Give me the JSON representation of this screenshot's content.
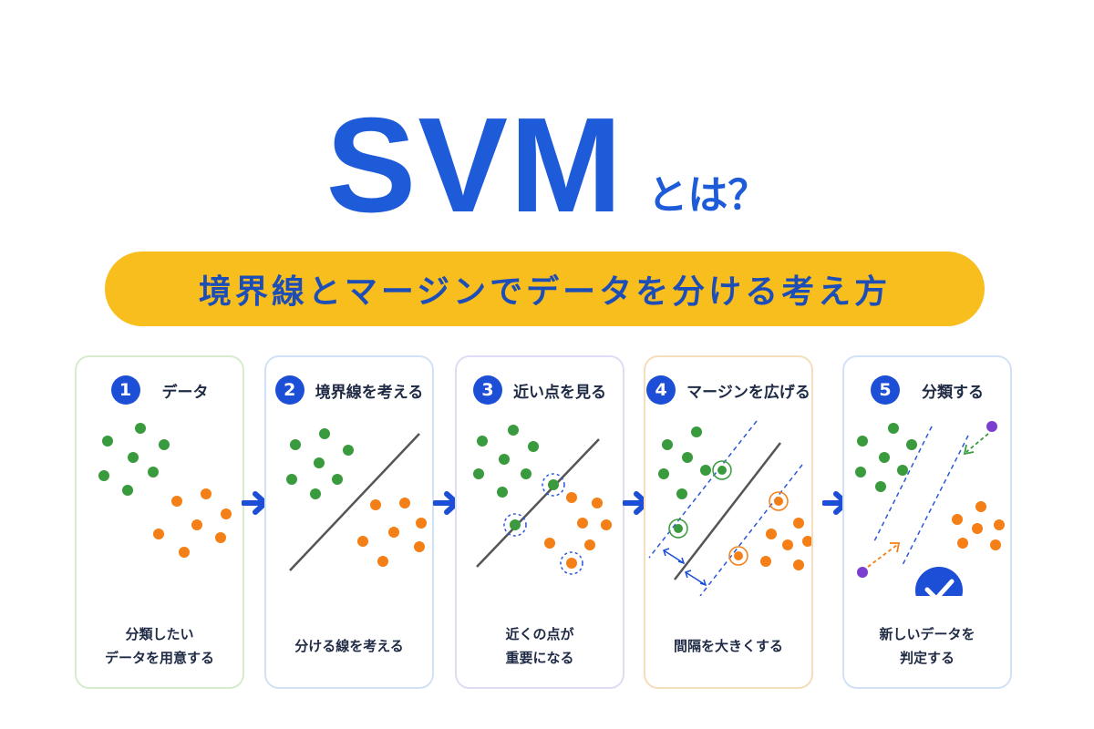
{
  "title": {
    "main": "SVM",
    "sub": "とは？"
  },
  "subtitle": "境界線とマージンでデータを分ける考え方",
  "steps": [
    {
      "number": "1",
      "title": "データ",
      "caption": [
        "分類したい",
        "データを用意する"
      ]
    },
    {
      "number": "2",
      "title": "境界線を考える",
      "caption": [
        "分ける線を考える"
      ]
    },
    {
      "number": "3",
      "title": "近い点を見る",
      "caption": [
        "近くの点が",
        "重要になる"
      ]
    },
    {
      "number": "4",
      "title": "マージンを広げる",
      "caption": [
        "間隔を大きくする"
      ]
    },
    {
      "number": "5",
      "title": "分類する",
      "caption": [
        "新しいデータを",
        "判定する"
      ]
    }
  ],
  "colors": {
    "title": "#1d5bd8",
    "banner": "#f8be1e",
    "banner_text": "#1d4eb8",
    "badge": "#1d4fd6",
    "class_a": "#3a9a3e",
    "class_b": "#f57f17",
    "new_point": "#7b3fd0",
    "boundary": "#555555",
    "margin": "#2b57d6"
  },
  "icons": {
    "flow_arrow": "arrow-right-icon",
    "result": "check-circle-icon"
  }
}
